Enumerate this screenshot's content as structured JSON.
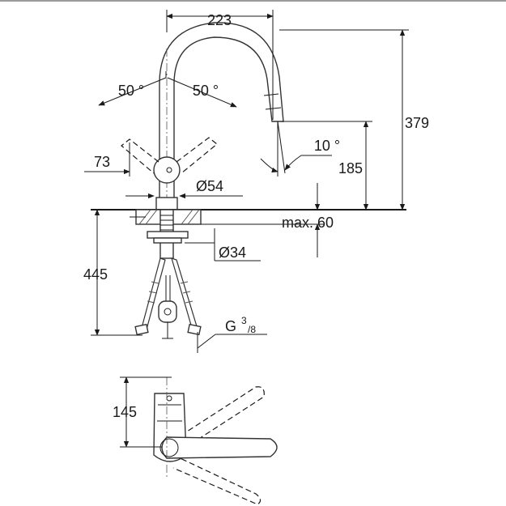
{
  "labels": {
    "width_223": "223",
    "height_379": "379",
    "angle_left": "50 °",
    "angle_right": "50 °",
    "dim_73": "73",
    "angle_10": "10 °",
    "height_185": "185",
    "dia_54": "Ø54",
    "max_60": "max. 60",
    "dia_34": "Ø34",
    "depth_445": "445",
    "thread_g": "G",
    "thread_sup": "3",
    "thread_sub": "/8",
    "top_145": "145"
  },
  "colors": {
    "line": "#1a1a1a",
    "top_border": "#9a9a9a",
    "background": "#ffffff"
  }
}
